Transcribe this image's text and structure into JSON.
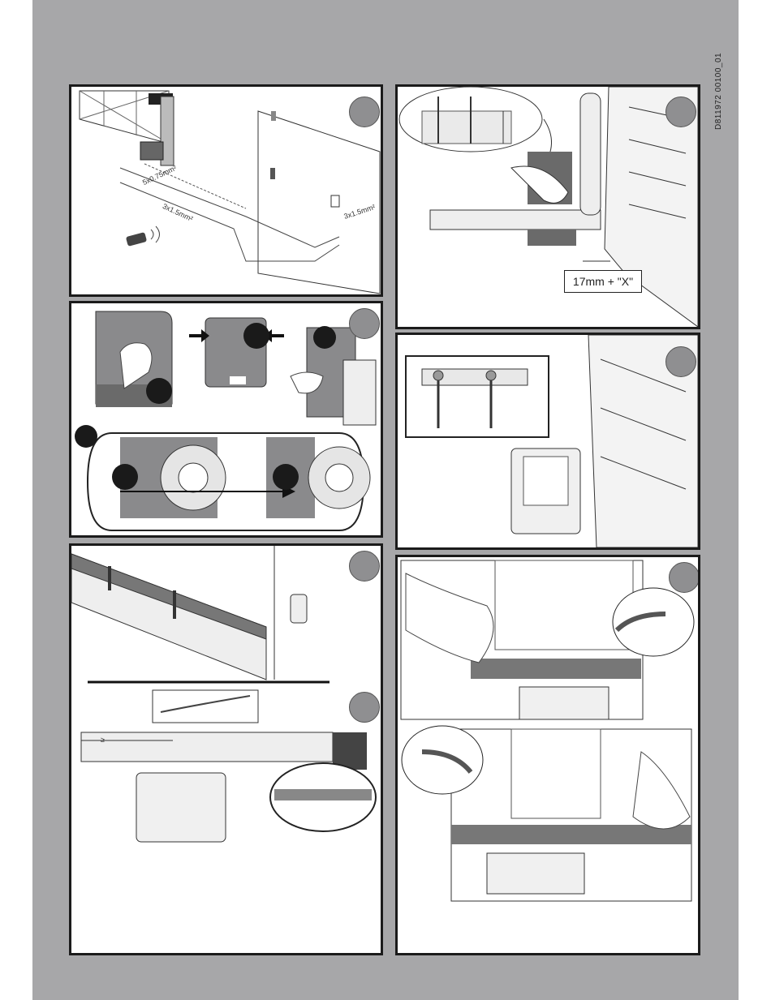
{
  "document": {
    "id": "D811972 00100_01"
  },
  "panel1": {
    "cable_a": "5x0.75mm²",
    "cable_b": "3x1.5mm²",
    "cable_c": "3x1.5mm²"
  },
  "panel2": {
    "measure_label": "17mm + \"X\""
  },
  "panel5": {
    "ge_symbol": "≥"
  },
  "colors": {
    "page_background": "#a7a7a9",
    "panel_border": "#1b1b1b",
    "step_badge": "#8f8f91",
    "motor_body": "#8a8a8c"
  }
}
